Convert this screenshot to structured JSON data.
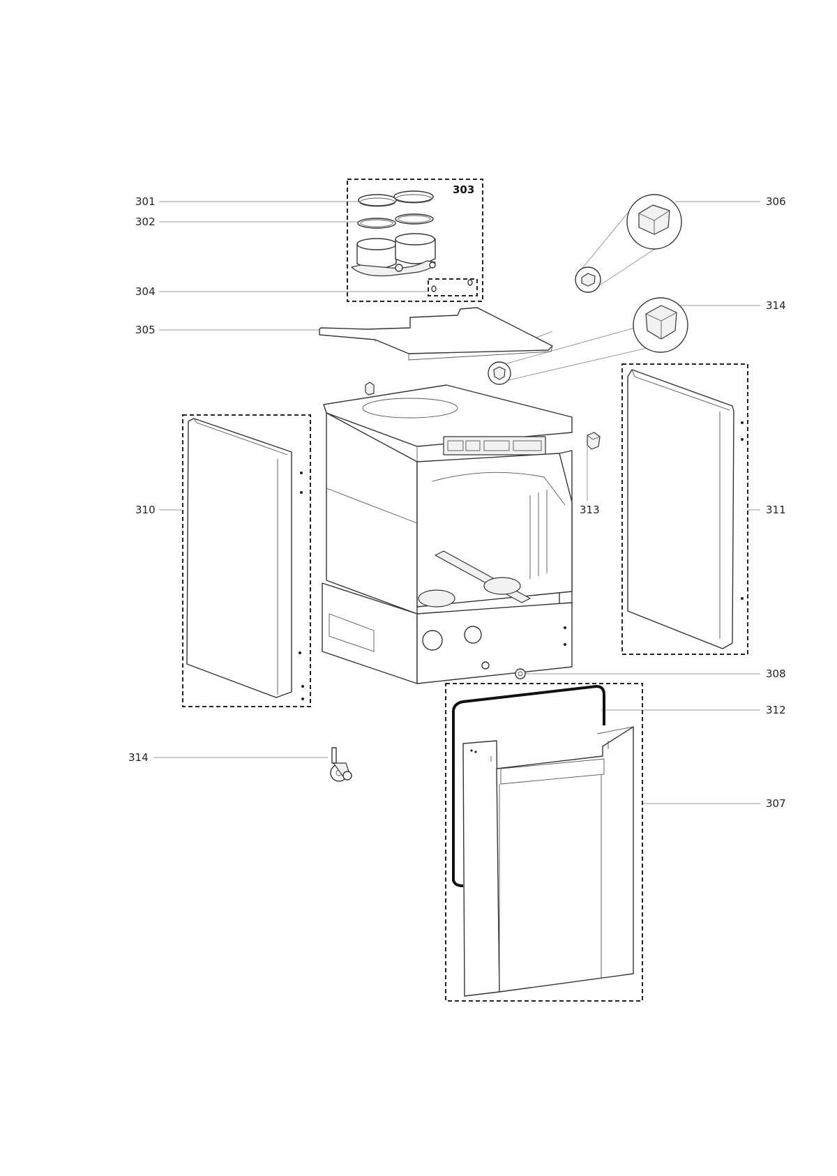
{
  "labels": {
    "p301": "301",
    "p302": "302",
    "p303": "303",
    "p304": "304",
    "p305": "305",
    "p306": "306",
    "p307": "307",
    "p308": "308",
    "p310": "310",
    "p311": "311",
    "p312": "312",
    "p313": "313",
    "p314_right": "314",
    "p314_left": "314"
  }
}
